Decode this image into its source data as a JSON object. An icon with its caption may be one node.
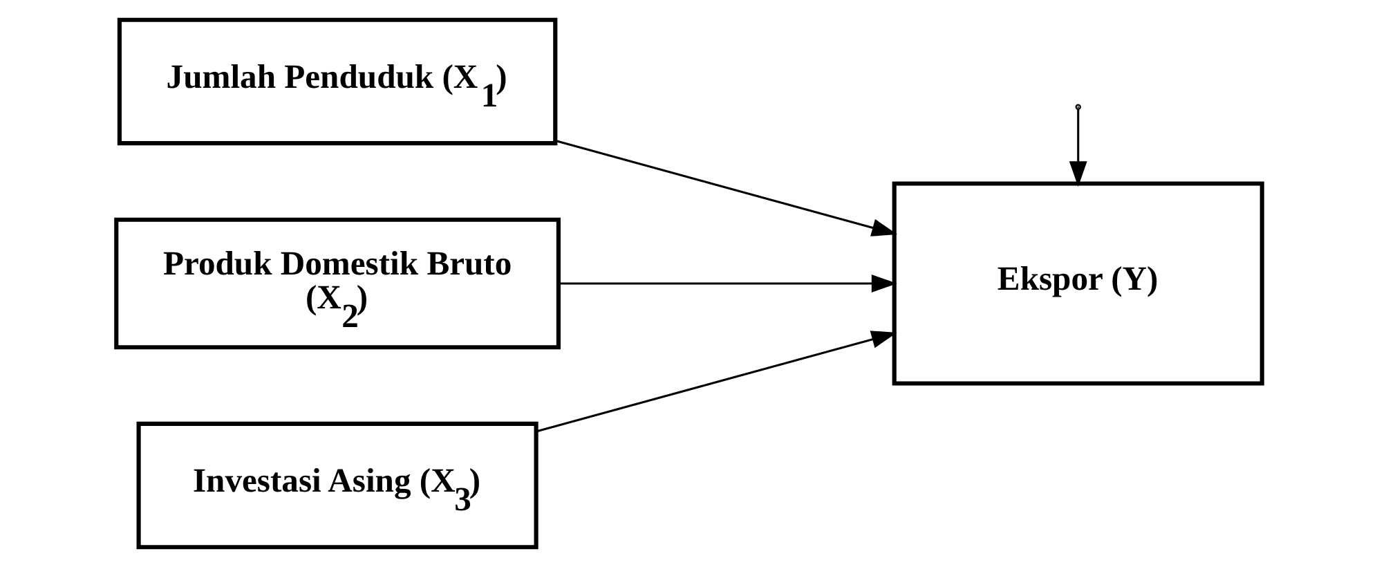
{
  "diagram": {
    "nodes": [
      {
        "text": [
          "Jumlah Penduduk (X$_{1}$)"
        ]
      },
      {
        "text": [
          "Produk Domestik Bruto (X$_{2}$)"
        ]
      },
      {
        "text": [
          "Investasi Asing (X$_{3}$)"
        ]
      },
      {
        "text": [
          "Ekspor (Y)"
        ]
      }
    ],
    "edges": [
      {
        "from": 0,
        "to": 3,
        "arrow": "to"
      },
      {
        "from": 1,
        "to": 3,
        "arrow": "to"
      },
      {
        "from": 2,
        "to": 3,
        "arrow": "to"
      },
      {
        "from": null,
        "to": 3,
        "arrow": "to"
      }
    ]
  }
}
